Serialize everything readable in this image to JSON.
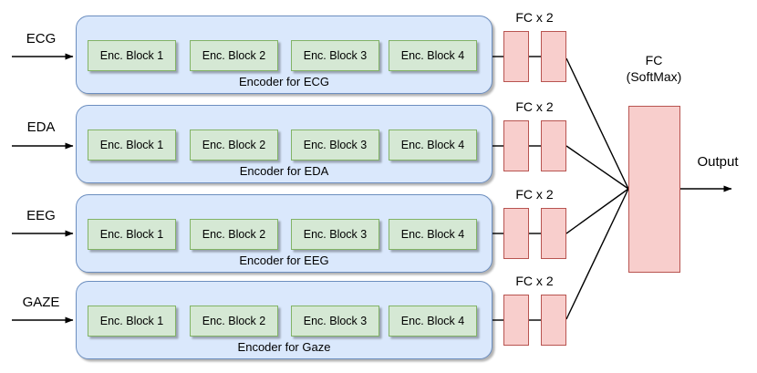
{
  "rows": [
    {
      "input_label": "ECG",
      "fc_label": "FC x 2",
      "caption": "Encoder for ECG",
      "blocks": [
        "Enc. Block 1",
        "Enc. Block 2",
        "Enc. Block 3",
        "Enc. Block 4"
      ]
    },
    {
      "input_label": "EDA",
      "fc_label": "FC x 2",
      "caption": "Encoder for EDA",
      "blocks": [
        "Enc. Block 1",
        "Enc. Block 2",
        "Enc. Block 3",
        "Enc. Block 4"
      ]
    },
    {
      "input_label": "EEG",
      "fc_label": "FC x 2",
      "caption": "Encoder for EEG",
      "blocks": [
        "Enc. Block 1",
        "Enc. Block 2",
        "Enc. Block 3",
        "Enc. Block 4"
      ]
    },
    {
      "input_label": "GAZE",
      "fc_label": "FC x 2",
      "caption": "Encoder for Gaze",
      "blocks": [
        "Enc. Block 1",
        "Enc. Block 2",
        "Enc. Block 3",
        "Enc. Block 4"
      ]
    }
  ],
  "fusion": {
    "line1": "FC",
    "line2": "(SoftMax)"
  },
  "output_label": "Output",
  "colors": {
    "container-fill": "#dae8fc",
    "container-border": "#6c8ebf",
    "block-fill": "#d5e8d4",
    "block-border": "#82b366",
    "fc-fill": "#f8cecc",
    "fc-border": "#b85450",
    "line": "#000000"
  }
}
